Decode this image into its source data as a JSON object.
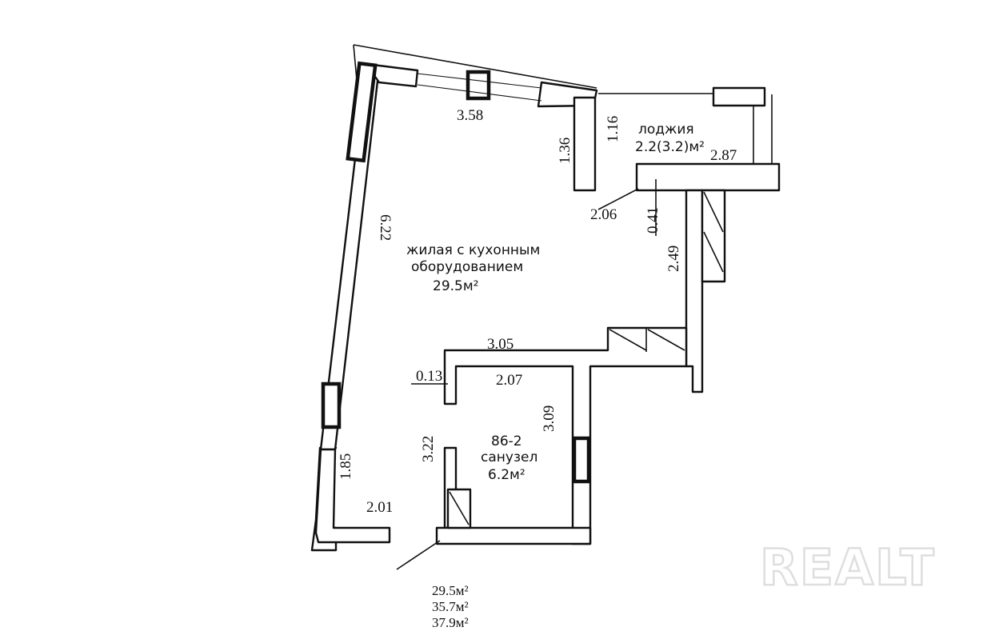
{
  "dimensions": {
    "window_wall": "3.58",
    "west_wall": "6.22",
    "wall_segment_1_36": "1.36",
    "wall_segment_1_16": "1.16",
    "loggia_width": "2.87",
    "loggia_door": "2.06",
    "wall_0_41": "0.41",
    "east_wall": "2.49",
    "bathroom_top_wall": "3.05",
    "bathroom_inner_width": "2.07",
    "wall_0_13": "0.13",
    "bathroom_right_wall": "3.09",
    "bathroom_left_wall": "3.22",
    "southwest_wall": "1.85",
    "entry_wall": "2.01"
  },
  "rooms": {
    "living": {
      "line1": "жилая с кухонным",
      "line2": "оборудованием",
      "area": "29.5м²"
    },
    "loggia": {
      "name": "лоджия",
      "area": "2.2(3.2)м²"
    },
    "bathroom": {
      "number": "86-2",
      "name": "санузел",
      "area": "6.2м²"
    }
  },
  "totals": [
    "29.5м²",
    "35.7м²",
    "37.9м²"
  ],
  "watermark": "REALT"
}
